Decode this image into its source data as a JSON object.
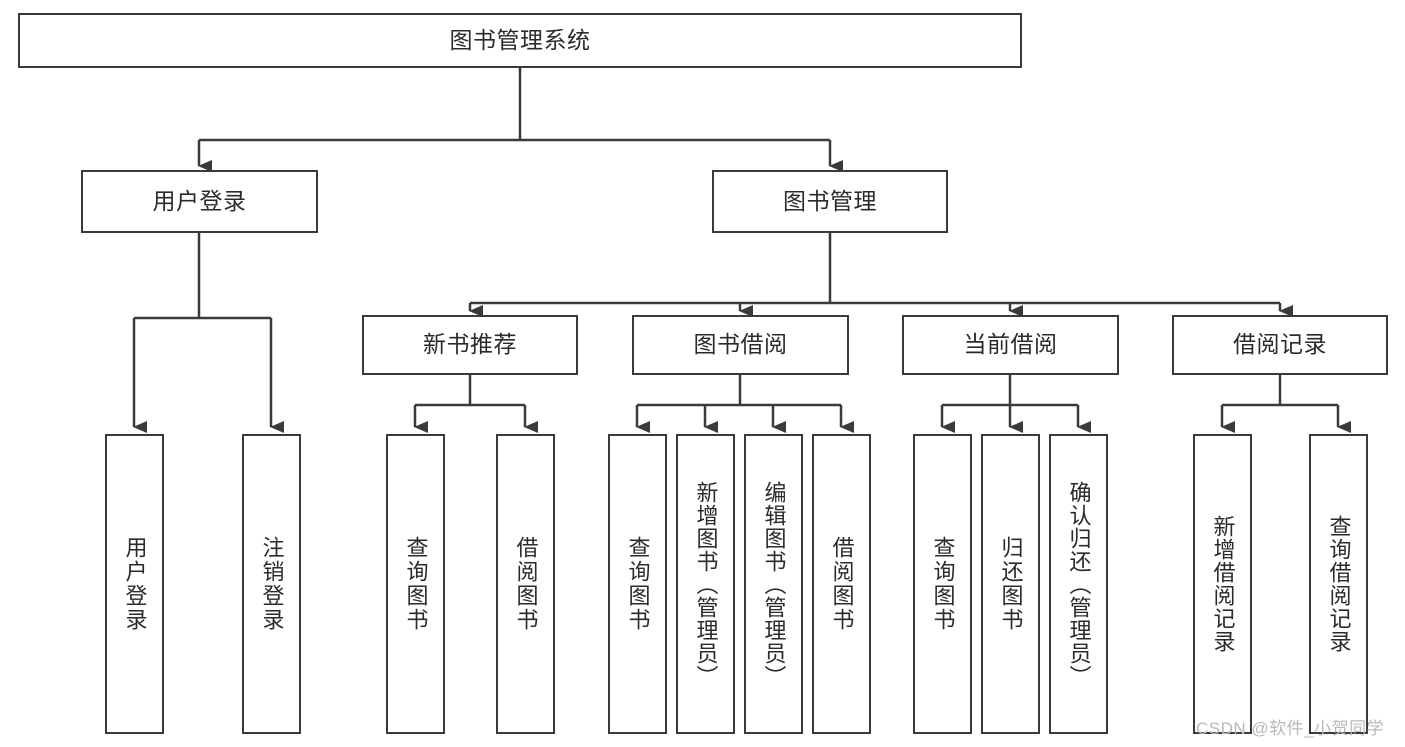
{
  "diagram": {
    "type": "tree-hierarchy-chart",
    "title_text": "图书管理系统",
    "colors": {
      "stroke": "#3a3a3a",
      "fill": "#ffffff",
      "text": "#2b2b2b",
      "watermark": "#b9b9b9"
    },
    "root": {
      "label": "图书管理系统"
    },
    "level2": [
      {
        "label": "用户登录"
      },
      {
        "label": "图书管理"
      }
    ],
    "level3": [
      {
        "label": "新书推荐"
      },
      {
        "label": "图书借阅"
      },
      {
        "label": "当前借阅"
      },
      {
        "label": "借阅记录"
      }
    ],
    "leaves": {
      "user_login": [
        {
          "label": "用户登录"
        },
        {
          "label": "注销登录"
        }
      ],
      "new_book_recommend": [
        {
          "label": "查询图书"
        },
        {
          "label": "借阅图书"
        }
      ],
      "book_borrow": [
        {
          "label": "查询图书"
        },
        {
          "label": "新增图书（管理员）"
        },
        {
          "label": "编辑图书（管理员）"
        },
        {
          "label": "借阅图书"
        }
      ],
      "current_borrow": [
        {
          "label": "查询图书"
        },
        {
          "label": "归还图书"
        },
        {
          "label": "确认归还（管理员）"
        }
      ],
      "borrow_record": [
        {
          "label": "新增借阅记录"
        },
        {
          "label": "查询借阅记录"
        }
      ]
    }
  },
  "watermark": {
    "text": "CSDN @软件_小贺同学"
  }
}
